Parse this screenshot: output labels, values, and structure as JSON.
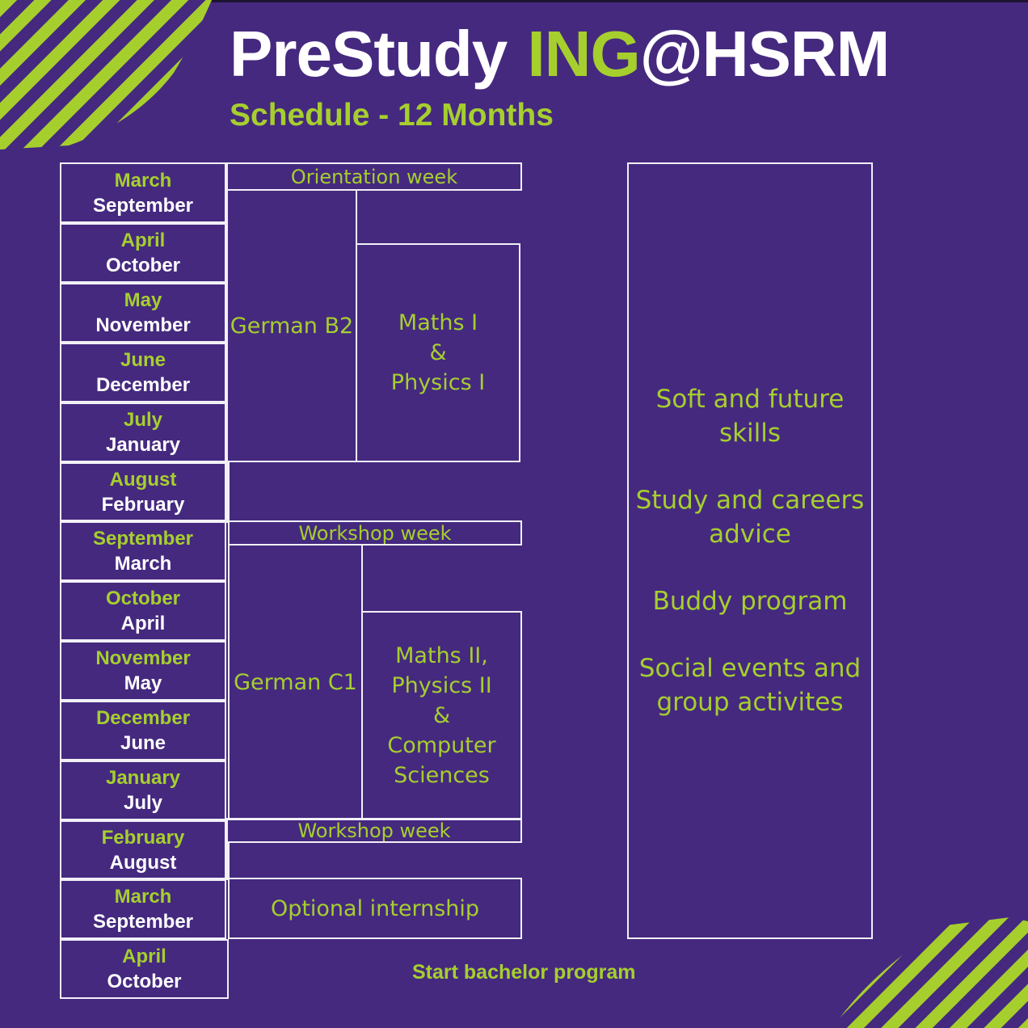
{
  "header": {
    "title_part1": "PreStudy",
    "title_part2": "ING",
    "title_part3": "@HSRM",
    "subtitle": "Schedule - 12 Months"
  },
  "months": [
    {
      "a": "March",
      "b": "September"
    },
    {
      "a": "April",
      "b": "October"
    },
    {
      "a": "May",
      "b": "November"
    },
    {
      "a": "June",
      "b": "December"
    },
    {
      "a": "July",
      "b": "January"
    },
    {
      "a": "August",
      "b": "February"
    },
    {
      "a": "September",
      "b": "March"
    },
    {
      "a": "October",
      "b": "April"
    },
    {
      "a": "November",
      "b": "May"
    },
    {
      "a": "December",
      "b": "June"
    },
    {
      "a": "January",
      "b": "July"
    },
    {
      "a": "February",
      "b": "August"
    },
    {
      "a": "March",
      "b": "September"
    },
    {
      "a": "April",
      "b": "October"
    }
  ],
  "schedule": {
    "orientation_week": "Orientation week",
    "german_b2": "German B2",
    "maths1": {
      "line1": "Maths I",
      "line2": "&",
      "line3": "Physics I"
    },
    "workshop_week_1": "Workshop week",
    "german_c1": "German C1",
    "maths2": {
      "line1": "Maths II,",
      "line2": "Physics II",
      "line3": "&",
      "line4": "Computer",
      "line5": "Sciences"
    },
    "workshop_week_2": "Workshop week",
    "internship": "Optional internship",
    "start_bachelor": "Start bachelor program"
  },
  "sidebar": {
    "item1_line1": "Soft and future",
    "item1_line2": "skills",
    "item2_line1": "Study and careers",
    "item2_line2": "advice",
    "item3_line1": "Buddy program",
    "item4_line1": "Social events and",
    "item4_line2": "group activites"
  },
  "colors": {
    "background": "#45297f",
    "accent": "#a6cf2e",
    "text_white": "#ffffff",
    "lines": "#f2f0f7"
  }
}
